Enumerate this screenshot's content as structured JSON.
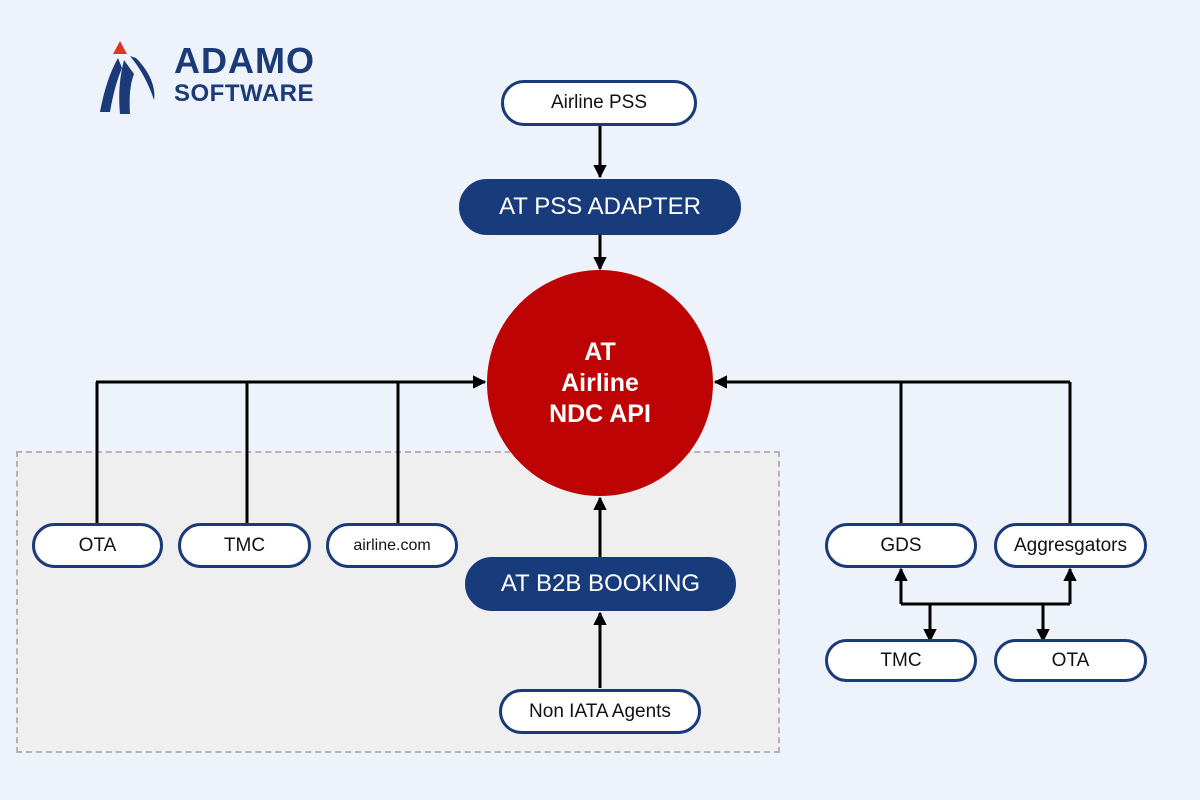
{
  "brand": {
    "name": "ADAMO",
    "tagline": "SOFTWARE"
  },
  "colors": {
    "background": "#edf2fb",
    "navy": "#183b7c",
    "hub_red": "#bd0303",
    "region_fill": "#efefef",
    "region_border": "#b4b4b4",
    "wire": "#000000",
    "logo_accent": "#e0342a"
  },
  "nodes": {
    "airline_pss": "Airline PSS",
    "pss_adapter": "AT PSS ADAPTER",
    "hub": {
      "line1": "AT",
      "line2": "Airline",
      "line3": "NDC API"
    },
    "ota_left": "OTA",
    "tmc_left": "TMC",
    "airline_com": "airline.com",
    "b2b_booking": "AT B2B BOOKING",
    "non_iata_agents": "Non IATA Agents",
    "gds": "GDS",
    "aggregators": "Aggresgators",
    "tmc_right": "TMC",
    "ota_right": "OTA"
  }
}
